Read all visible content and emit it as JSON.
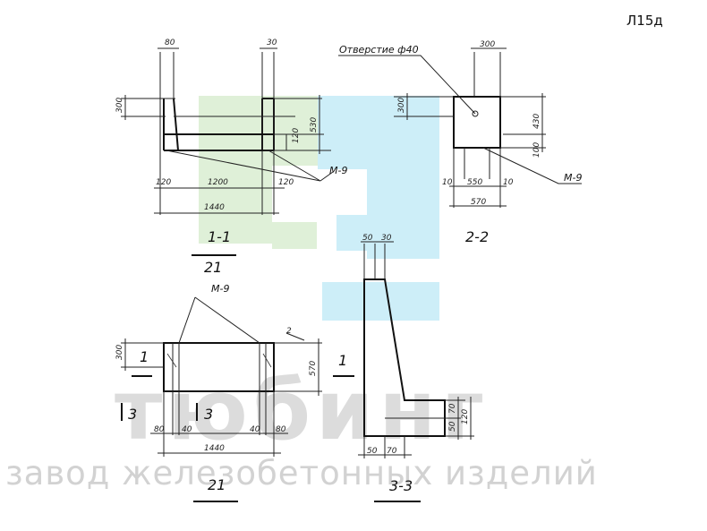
{
  "sheet_code": "Л15д",
  "watermark": {
    "brand": "тюбинг",
    "subtitle": "завод железобетонных изделий",
    "colors": {
      "green": "#dff0d8",
      "blue": "#cdeef8",
      "gray": "#dcdcdc"
    }
  },
  "labels": {
    "hole": "Отверстие ф40",
    "m9_top": "М-9",
    "m9_right": "М-9",
    "m9_plan": "М-9",
    "section_11": "1-1",
    "sheet_ref_11": "21",
    "section_22": "2-2",
    "section_33": "3-3",
    "sheet_ref_plan": "21",
    "cut_1_left": "1",
    "cut_1_right": "1",
    "cut_3_left": "3",
    "cut_3_mid": "3"
  },
  "dims_11": {
    "top_left": "80",
    "top_right": "30",
    "left_height": "300",
    "right_height": "530",
    "right_small": "120",
    "bottom_left": "120",
    "bottom_mid": "1200",
    "bottom_right": "120",
    "total": "1440"
  },
  "dims_22": {
    "top": "300",
    "left_height": "300",
    "right_height": "430",
    "right_small": "100",
    "bottom_left": "10",
    "bottom_mid": "550",
    "bottom_right": "10",
    "total": "570"
  },
  "dims_plan": {
    "left_height": "300",
    "right_small": "2",
    "right_height": "570",
    "b1": "80",
    "b2": "40",
    "b3": "40",
    "b4": "80",
    "total": "1440"
  },
  "dims_33": {
    "top_left": "50",
    "top_right": "30",
    "right_70": "70",
    "right_50": "50",
    "right_120": "120",
    "bottom_left": "50",
    "bottom_right": "70"
  }
}
